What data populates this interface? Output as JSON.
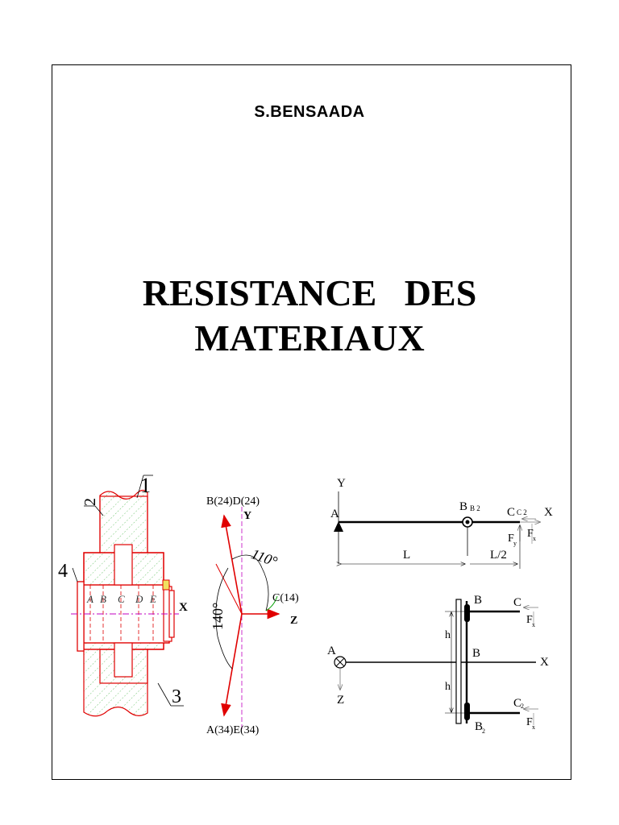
{
  "page": {
    "author": "S.BENSAADA",
    "title_line1": "RESISTANCE   DES",
    "title_line2": "MATERIAUX"
  },
  "figure1": {
    "part_labels": [
      "1",
      "2",
      "3",
      "4"
    ],
    "section_labels": [
      "A",
      "B",
      "C",
      "D",
      "E"
    ],
    "axis_label": "X"
  },
  "figure2": {
    "axis_y": "Y",
    "axis_z": "Z",
    "label_top": "B(24)D(24)",
    "label_right": "C(14)",
    "label_bottom": "A(34)E(34)",
    "angle_upper": "110°",
    "angle_left": "140°"
  },
  "figure3": {
    "axis_y": "Y",
    "axis_x": "X",
    "point_a": "A",
    "point_b": "B",
    "point_b_sub": "B 2",
    "point_c": "C",
    "point_c_sub": "C 2",
    "force_x": "F",
    "force_x_sub": "x",
    "force_y": "F",
    "force_y_sub": "y",
    "dim_l": "L",
    "dim_l2": "L/2"
  },
  "figure4": {
    "point_a": "A",
    "axis_z": "Z",
    "axis_x": "X",
    "point_b_mid": "B",
    "point_b_top": "B",
    "point_b_bottom": "B",
    "point_b_bottom_sub": "2",
    "point_c_top": "C",
    "point_c_bottom": "C",
    "point_c_bottom_sub": "2",
    "height_upper": "h",
    "height_lower": "h",
    "force_top": "F",
    "force_top_sub": "x",
    "force_bottom": "F",
    "force_bottom_sub": "x"
  }
}
